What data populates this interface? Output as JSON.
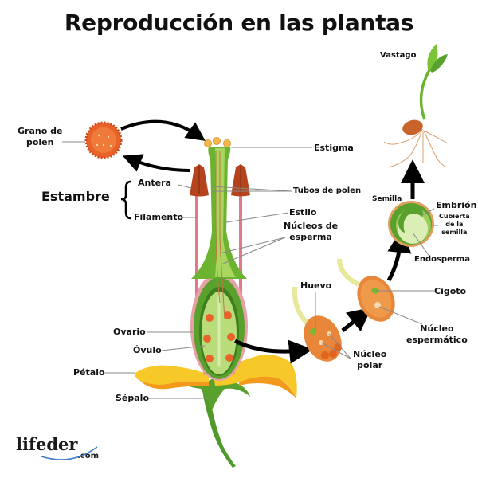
{
  "title": "Reproducción en las plantas",
  "labels": {
    "grano_de_polen": [
      "Grano de",
      "polen"
    ],
    "estambre": "Estambre",
    "antera": "Antera",
    "filamento": "Filamento",
    "estigma": "Estigma",
    "tubos_de_polen": "Tubos de polen",
    "estilo": "Estilo",
    "nucleos_de_esperma": [
      "Núcleos de",
      "esperma"
    ],
    "ovario": "Ovario",
    "ovulo": "Óvulo",
    "petalo": "Pétalo",
    "sepalo": "Sépalo",
    "vastago": "Vastago",
    "semilla": "Semilla",
    "embrion": "Embrión",
    "cubierta_de_la_semilla": [
      "Cubierta",
      "de la",
      "semilla"
    ],
    "endosperma": "Endosperma",
    "huevo": "Huevo",
    "cigoto": "Cigoto",
    "nucleo_espermatico": [
      "Núcleo",
      "espermático"
    ],
    "nucleo_polar": [
      "Núcleo",
      "polar"
    ]
  },
  "logo": {
    "name": "lifeder",
    "suffix": ".com"
  },
  "colors": {
    "stem_green": "#5aa02c",
    "light_green": "#b8dc7a",
    "dark_green": "#3d7f1f",
    "anther": "#b5441e",
    "filament": "#e07a8a",
    "petal_yellow": "#f7c928",
    "petal_orange": "#f39a1c",
    "pollen": "#e8632a",
    "ovule": "#e8632a",
    "seed_brown": "#c8642a",
    "embryo_orange": "#e88a3c",
    "leader_gray": "#888888",
    "arrow": "#000000"
  }
}
